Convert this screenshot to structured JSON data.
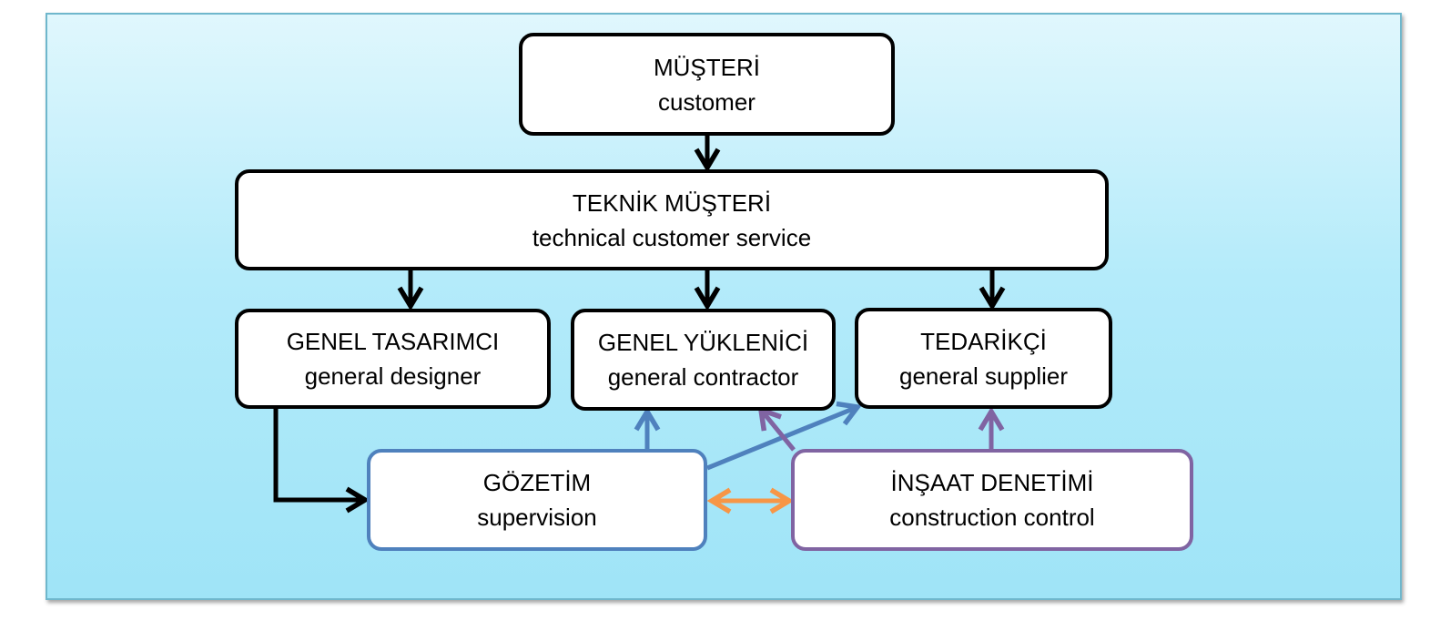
{
  "nodes": {
    "customer": {
      "tr": "MÜŞTERİ",
      "en": "customer"
    },
    "technical": {
      "tr": "TEKNİK MÜŞTERİ",
      "en": "technical customer service"
    },
    "designer": {
      "tr": "GENEL TASARIMCI",
      "en": "general designer"
    },
    "contractor": {
      "tr": "GENEL YÜKLENİCİ",
      "en": "general contractor"
    },
    "supplier": {
      "tr": "TEDARİKÇİ",
      "en": "general supplier"
    },
    "supervision": {
      "tr": "GÖZETİM",
      "en": "supervision"
    },
    "construction": {
      "tr": "İNŞAAT DENETİMİ",
      "en": "construction control"
    }
  },
  "colors": {
    "background_top": "#e0f7fd",
    "background_bottom": "#9fe4f7",
    "node_border": "#000000",
    "supervision_border": "#4f81bd",
    "construction_border": "#8064a2",
    "black_arrow": "#000000",
    "blue_arrow": "#4f81bd",
    "purple_arrow": "#8064a2",
    "orange_arrow": "#f79646"
  },
  "edges": [
    {
      "from": "customer",
      "to": "technical",
      "color": "black"
    },
    {
      "from": "technical",
      "to": "designer",
      "color": "black"
    },
    {
      "from": "technical",
      "to": "contractor",
      "color": "black"
    },
    {
      "from": "technical",
      "to": "supplier",
      "color": "black"
    },
    {
      "from": "designer",
      "to": "supervision",
      "color": "black"
    },
    {
      "from": "supervision",
      "to": "contractor",
      "color": "blue"
    },
    {
      "from": "supervision",
      "to": "supplier",
      "color": "blue"
    },
    {
      "from": "construction",
      "to": "contractor",
      "color": "purple"
    },
    {
      "from": "construction",
      "to": "supplier",
      "color": "purple"
    },
    {
      "from": "supervision",
      "to": "construction",
      "color": "orange",
      "bidirectional": true
    }
  ]
}
